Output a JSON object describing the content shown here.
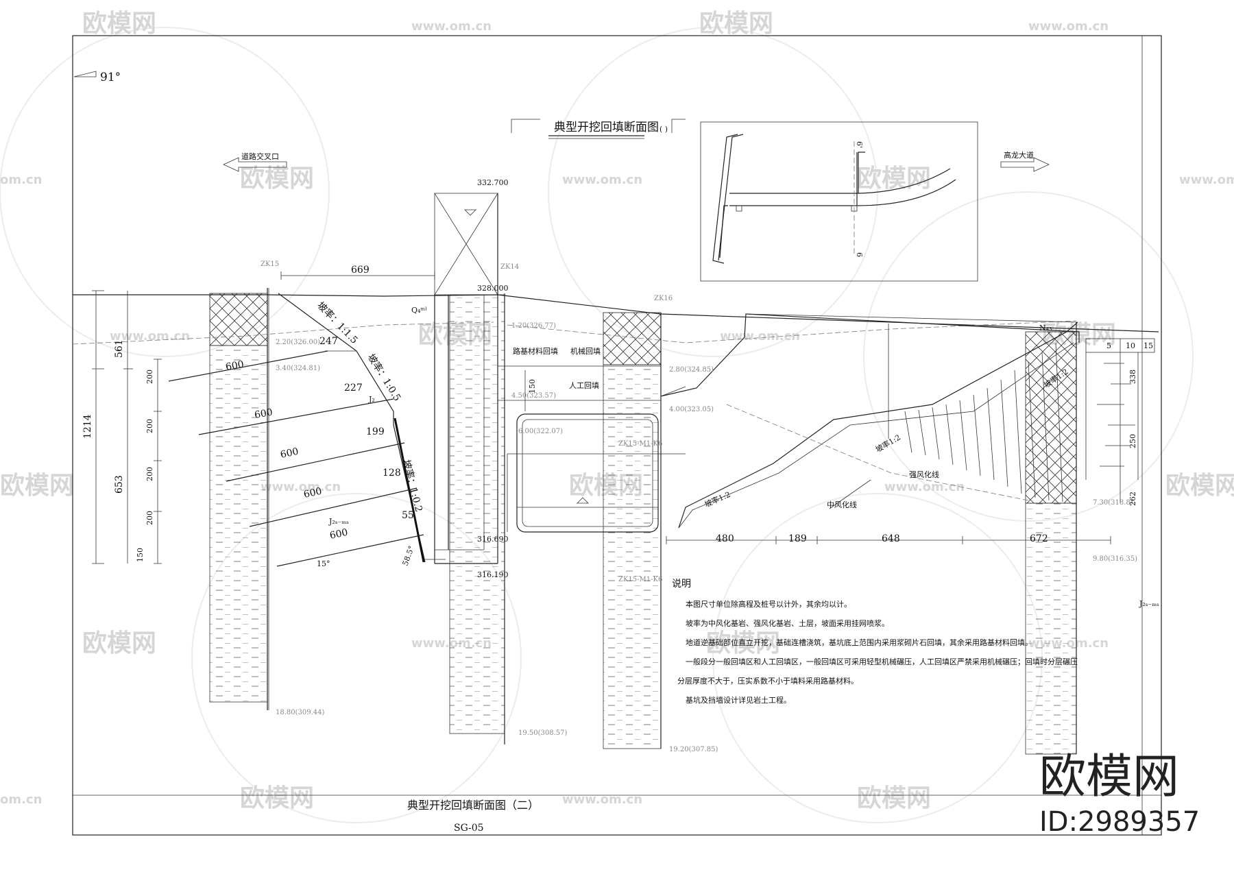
{
  "drawing": {
    "title": "典型开挖回填断面图",
    "title_paren": "( )",
    "footer_title": "典型开挖回填断面图（二）",
    "sheet_no": "SG-05",
    "angle_mark": "91°"
  },
  "directions": {
    "left": "道路交叉口",
    "right": "高龙大道"
  },
  "keyplan": {
    "section_top": "6'",
    "section_bottom": "6"
  },
  "elevations": {
    "top_wall": "332.700",
    "roof": "328.000",
    "floor1": "316.690",
    "floor2": "316.190",
    "zk_a": "ZK15",
    "zk_b": "ZK14",
    "zk_c": "ZK16"
  },
  "boreholes": {
    "a": [
      "2.20(326.00)",
      "3.40(324.81)",
      "18.80(309.44)"
    ],
    "b": [
      "1.20(326.77)",
      "4.50(323.57)",
      "6.00(322.07)",
      "19.50(308.57)"
    ],
    "c": [
      "2.80(324.85)",
      "4.00(323.05)",
      "19.20(307.85)"
    ],
    "d": [
      "7.30(318.8)",
      "9.80(316.35)"
    ],
    "tag1": "ZK15-M1-K6",
    "tag2": "ZK15-M1-K6"
  },
  "dimensions": {
    "top": "669",
    "left_total": "1214",
    "left_upper": "561",
    "left_lower": "653",
    "rows": [
      "200",
      "200",
      "200",
      "200",
      "150"
    ],
    "anchor": [
      "600",
      "600",
      "600",
      "600",
      "600"
    ],
    "bench": [
      "247",
      "227",
      "199",
      "128",
      "55"
    ],
    "wall_150": "150",
    "angle_15": "15°",
    "angle_58": "58.5°",
    "bottom": [
      "480",
      "189",
      "648",
      "672"
    ],
    "right_vals": [
      "5",
      "10",
      "15",
      "338",
      "250",
      "262"
    ]
  },
  "labels": {
    "slope_15": "坡率：1:1.5",
    "slope_05": "坡率：1:0.5",
    "slope_02": "坡率：1:0.2",
    "slope_2a": "坡率1:2",
    "slope_2b": "坡率1:2",
    "slope_2c": "坡率1:2",
    "fill_road": "路基材料回填",
    "fill_mech": "机械回填",
    "fill_manual": "人工回填",
    "strong_weather": "强风化线",
    "mid_weather": "中风化线",
    "q4": "Q₄ᵐˡ",
    "j_label": "J₂ₛ₋ₘₛ",
    "j_short": "J₂",
    "n_label": "N₄₃"
  },
  "notes": {
    "heading": "说明",
    "lines": [
      "本图尺寸单位除高程及桩号以计外，其余均以计。",
      "坡率为中风化基岩、强风化基岩、土层，坡面采用挂网喷浆。",
      "地道逆基础部位直立开挖，基础连槽浇筑，基坑底上范围内采用浆砌片石回填，其余采用路基材料回填。",
      "一般段分一般回填区和人工回填区，一般回填区可采用轻型机械碾压，人工回填区严禁采用机械碾压；回填时分层碾压",
      "分层厚度不大于，压实系数不小于填料采用路基材料。",
      "基坑及挡墙设计详见岩土工程。"
    ]
  },
  "watermark": {
    "brand": "欧模网",
    "url": "www.om.cn",
    "url_short": "om.cn",
    "id": "ID:2989357"
  }
}
